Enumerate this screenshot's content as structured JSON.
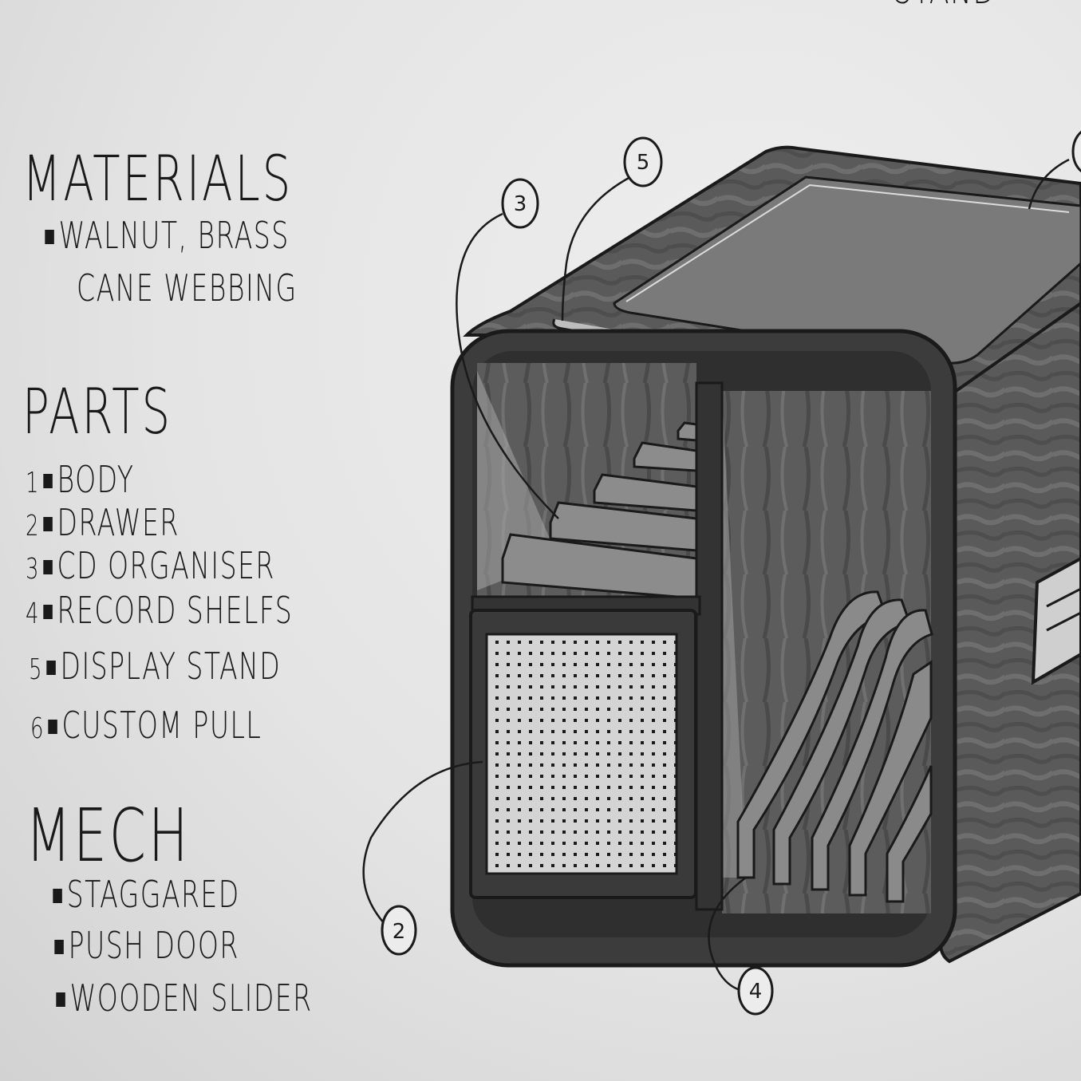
{
  "top_label": "STAND",
  "materials": {
    "heading": "MATERIALS",
    "items": [
      "WALNUT, BRASS",
      "CANE WEBBING"
    ]
  },
  "parts": {
    "heading": "PARTS",
    "items": [
      {
        "num": "1",
        "label": "BODY"
      },
      {
        "num": "2",
        "label": "DRAWER"
      },
      {
        "num": "3",
        "label": "CD ORGANISER"
      },
      {
        "num": "4",
        "label": "RECORD SHELFS"
      },
      {
        "num": "5",
        "label": "DISPLAY STAND"
      },
      {
        "num": "6",
        "label": "CUSTOM PULL"
      }
    ]
  },
  "mech": {
    "heading": "MECH",
    "items": [
      "STAGGARED",
      "PUSH DOOR",
      "WOODEN SLIDER"
    ]
  },
  "callouts": [
    "2",
    "3",
    "4",
    "5"
  ],
  "colors": {
    "paper": "#e6e6e6",
    "ink": "#1a1a1a",
    "wood_dark": "#4a4a4a",
    "wood_mid": "#6b6b6b",
    "wood_light": "#8a8a8a",
    "cane": "#cfcfcf"
  }
}
